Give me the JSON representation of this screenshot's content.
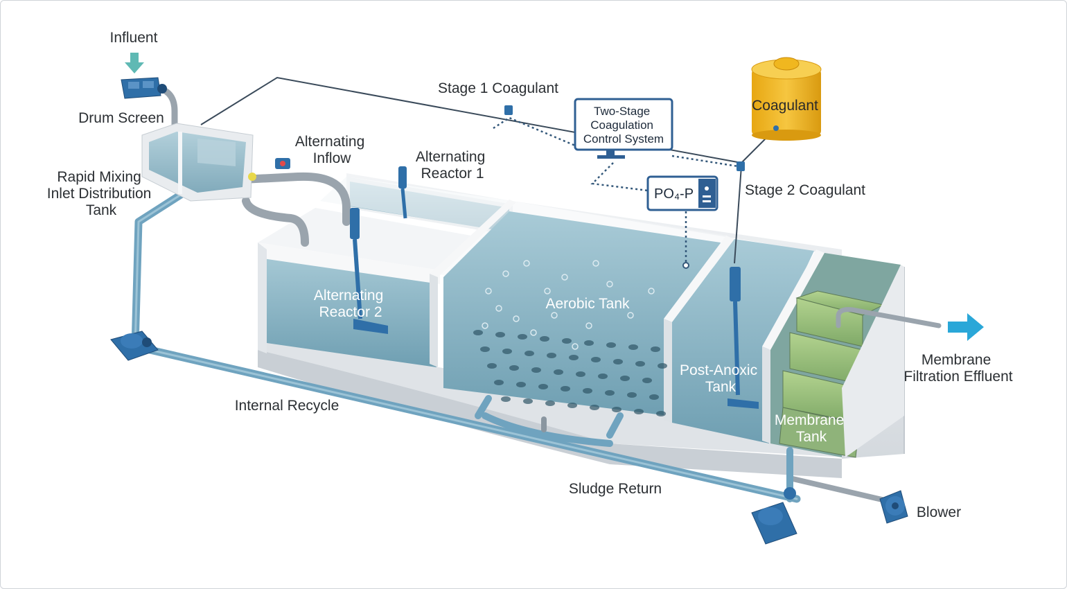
{
  "labels": {
    "influent": "Influent",
    "drum_screen": "Drum Screen",
    "rapid_mixing": [
      "Rapid Mixing",
      "Inlet Distribution",
      "Tank"
    ],
    "alternating_inflow": [
      "Alternating",
      "Inflow"
    ],
    "alternating_reactor_1": [
      "Alternating",
      "Reactor 1"
    ],
    "alternating_reactor_2": [
      "Alternating",
      "Reactor 2"
    ],
    "stage1_coagulant": "Stage 1 Coagulant",
    "stage2_coagulant": "Stage 2 Coagulant",
    "control_system": [
      "Two-Stage",
      "Coagulation",
      "Control System"
    ],
    "po4_sensor": "PO₄-P",
    "coagulant_tank": "Coagulant",
    "aerobic_tank": "Aerobic Tank",
    "post_anoxic_tank": [
      "Post-Anoxic",
      "Tank"
    ],
    "membrane_tank": [
      "Membrane",
      "Tank"
    ],
    "membrane_effluent": [
      "Membrane",
      "Filtration Effluent"
    ],
    "internal_recycle": "Internal Recycle",
    "sludge_return": "Sludge Return",
    "blower": "Blower"
  },
  "colors": {
    "water": "#8fb8c8",
    "concrete": "#e6e9ec",
    "pipe": "#6fa3bf",
    "equipment": "#2f6fa8",
    "arrow_influent": "#5fb9b4",
    "arrow_effluent": "#2aa7d8",
    "coagulant_tank": "#f0b71f",
    "membrane": "#9cc27a"
  },
  "icons": [
    "down-arrow-icon",
    "right-arrow-icon",
    "pump-icon",
    "blower-icon",
    "mixer-icon",
    "monitor-icon"
  ]
}
